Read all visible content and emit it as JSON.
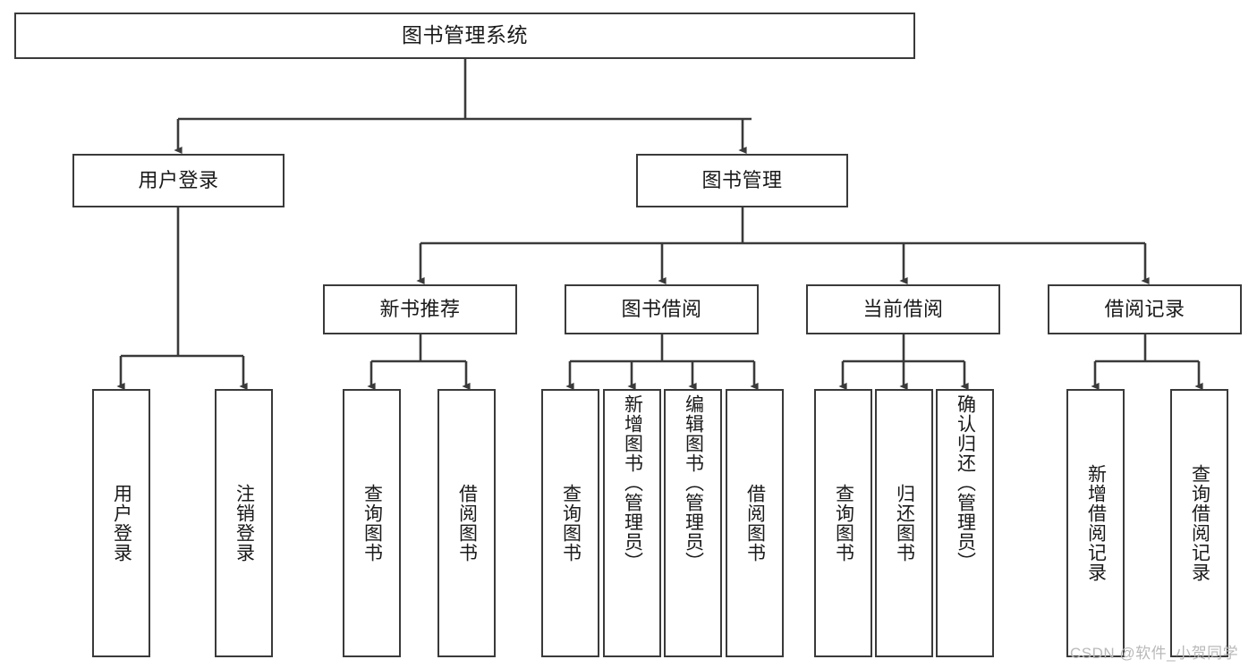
{
  "diagram": {
    "title": "图书管理系统",
    "type": "tree-hierarchy-functional-structure",
    "stroke_color": "#3a3a3a",
    "text_color": "#1a1a1a",
    "background": "#ffffff"
  },
  "root": {
    "label": "图书管理系统"
  },
  "level2": [
    {
      "label": "用户登录"
    },
    {
      "label": "图书管理"
    }
  ],
  "level3": [
    {
      "label": "新书推荐"
    },
    {
      "label": "图书借阅"
    },
    {
      "label": "当前借阅"
    },
    {
      "label": "借阅记录"
    }
  ],
  "leaves": {
    "user_login": [
      {
        "label": "用户登录"
      },
      {
        "label": "注销登录"
      }
    ],
    "new_book_recommend": [
      {
        "label": "查询图书"
      },
      {
        "label": "借阅图书"
      }
    ],
    "book_borrow": [
      {
        "label": "查询图书"
      },
      {
        "label": "新增图书（管理员）"
      },
      {
        "label": "编辑图书（管理员）"
      },
      {
        "label": "借阅图书"
      }
    ],
    "current_borrow": [
      {
        "label": "查询图书"
      },
      {
        "label": "归还图书"
      },
      {
        "label": "确认归还（管理员）"
      }
    ],
    "borrow_record": [
      {
        "label": "新增借阅记录"
      },
      {
        "label": "查询借阅记录"
      }
    ]
  },
  "watermark": {
    "text": "CSDN @软件_小贺同学"
  }
}
